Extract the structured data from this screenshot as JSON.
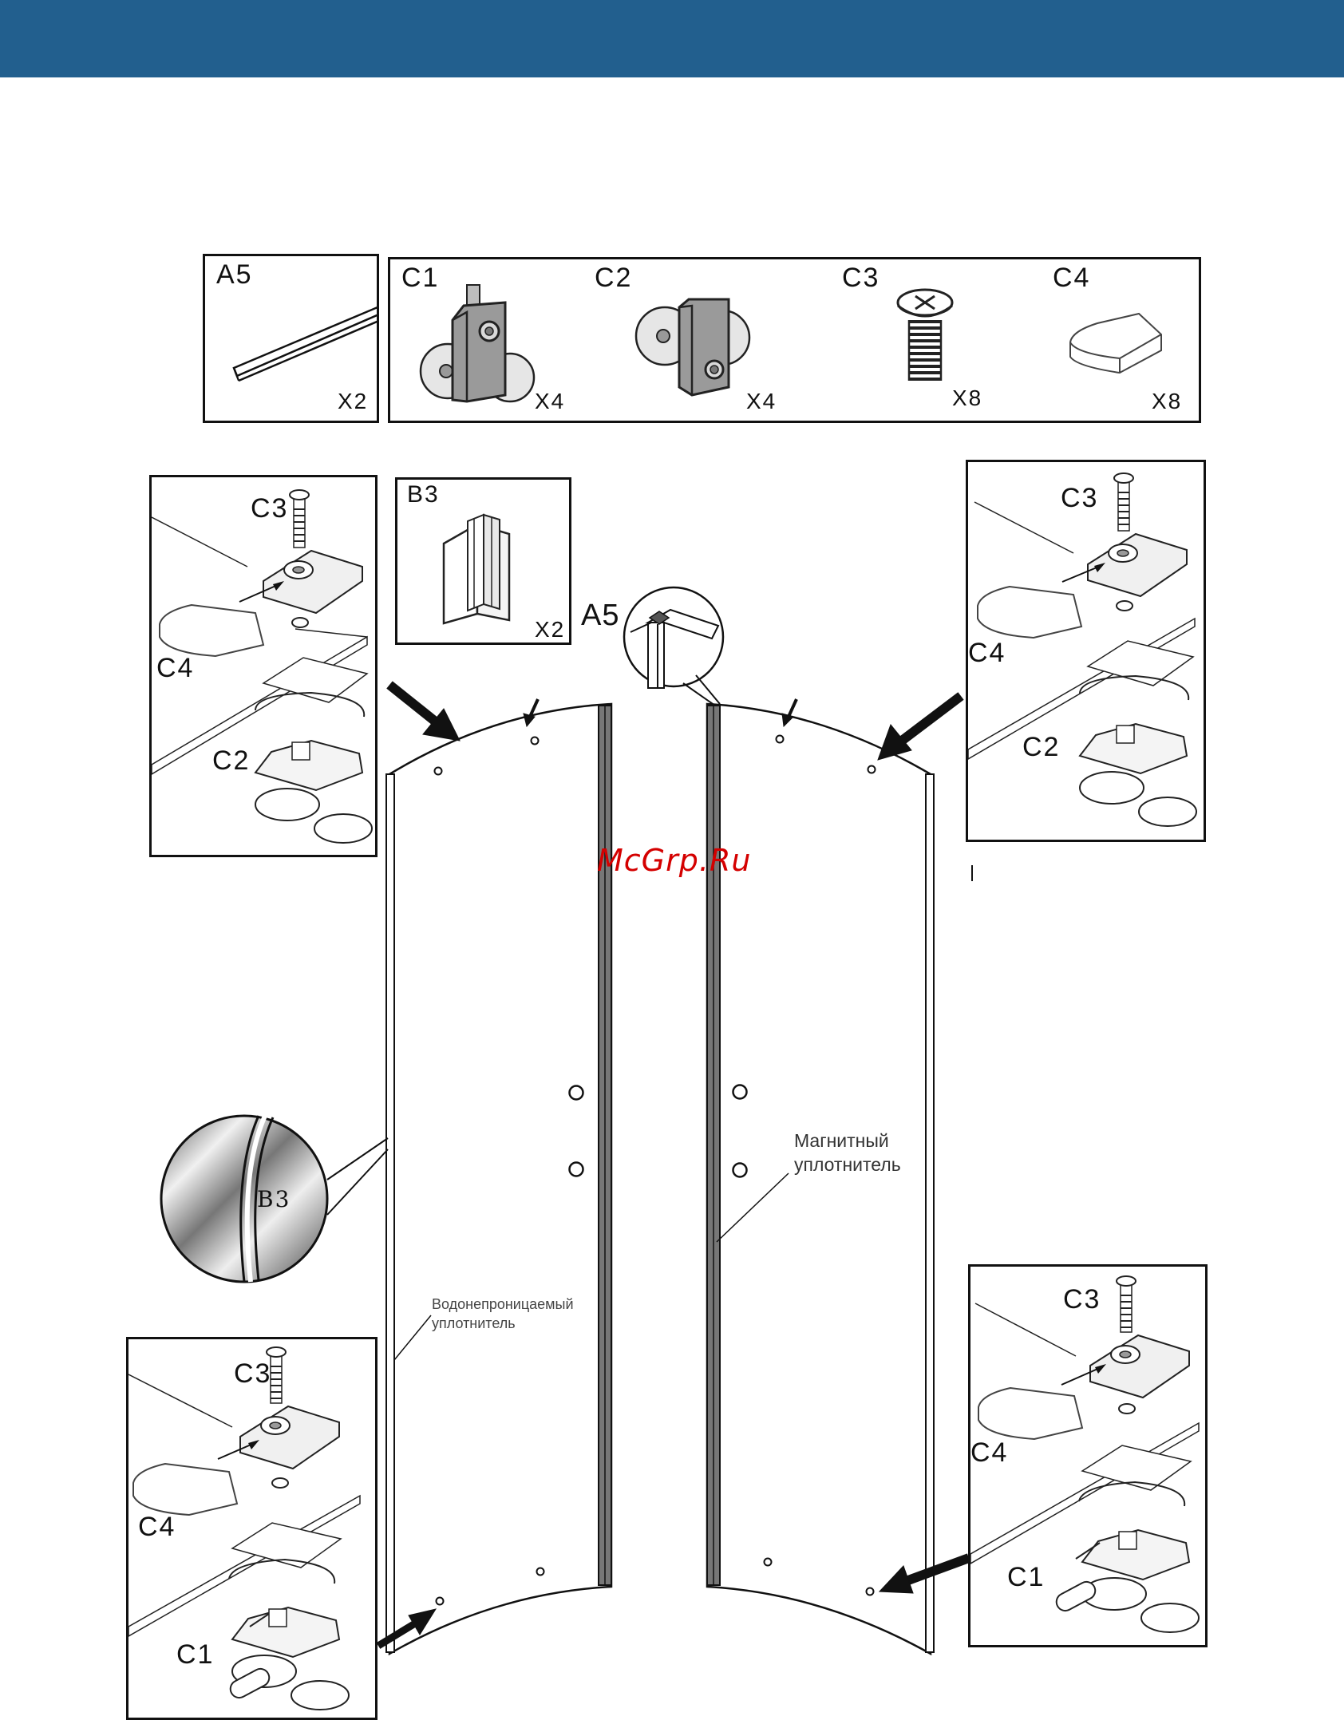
{
  "colors": {
    "header": "#225f8e",
    "ink": "#111111",
    "watermark": "#d40000",
    "note": "#444444"
  },
  "parts": {
    "a5": {
      "code": "A5",
      "qty": "X2"
    },
    "c1": {
      "code": "C1",
      "qty": "X4"
    },
    "c2": {
      "code": "C2",
      "qty": "X4"
    },
    "c3": {
      "code": "C3",
      "qty": "X8"
    },
    "c4": {
      "code": "C4",
      "qty": "X8"
    },
    "b3": {
      "code": "B3",
      "qty": "X2"
    }
  },
  "details": {
    "top_left": {
      "screw": "C3",
      "pad": "C4",
      "roller": "C2"
    },
    "top_right": {
      "screw": "C3",
      "pad": "C4",
      "roller": "C2"
    },
    "bottom_left": {
      "screw": "C3",
      "pad": "C4",
      "roller": "C1"
    },
    "bottom_right": {
      "screw": "C3",
      "pad": "C4",
      "roller": "C1"
    }
  },
  "callouts": {
    "a5": "A5",
    "b3": "B3",
    "waterproof_seal": [
      "Водонепроницаемый",
      "уплотнитель"
    ],
    "magnetic_seal": [
      "Магнитный",
      "уплотнитель"
    ]
  },
  "watermark": "McGrp.Ru"
}
